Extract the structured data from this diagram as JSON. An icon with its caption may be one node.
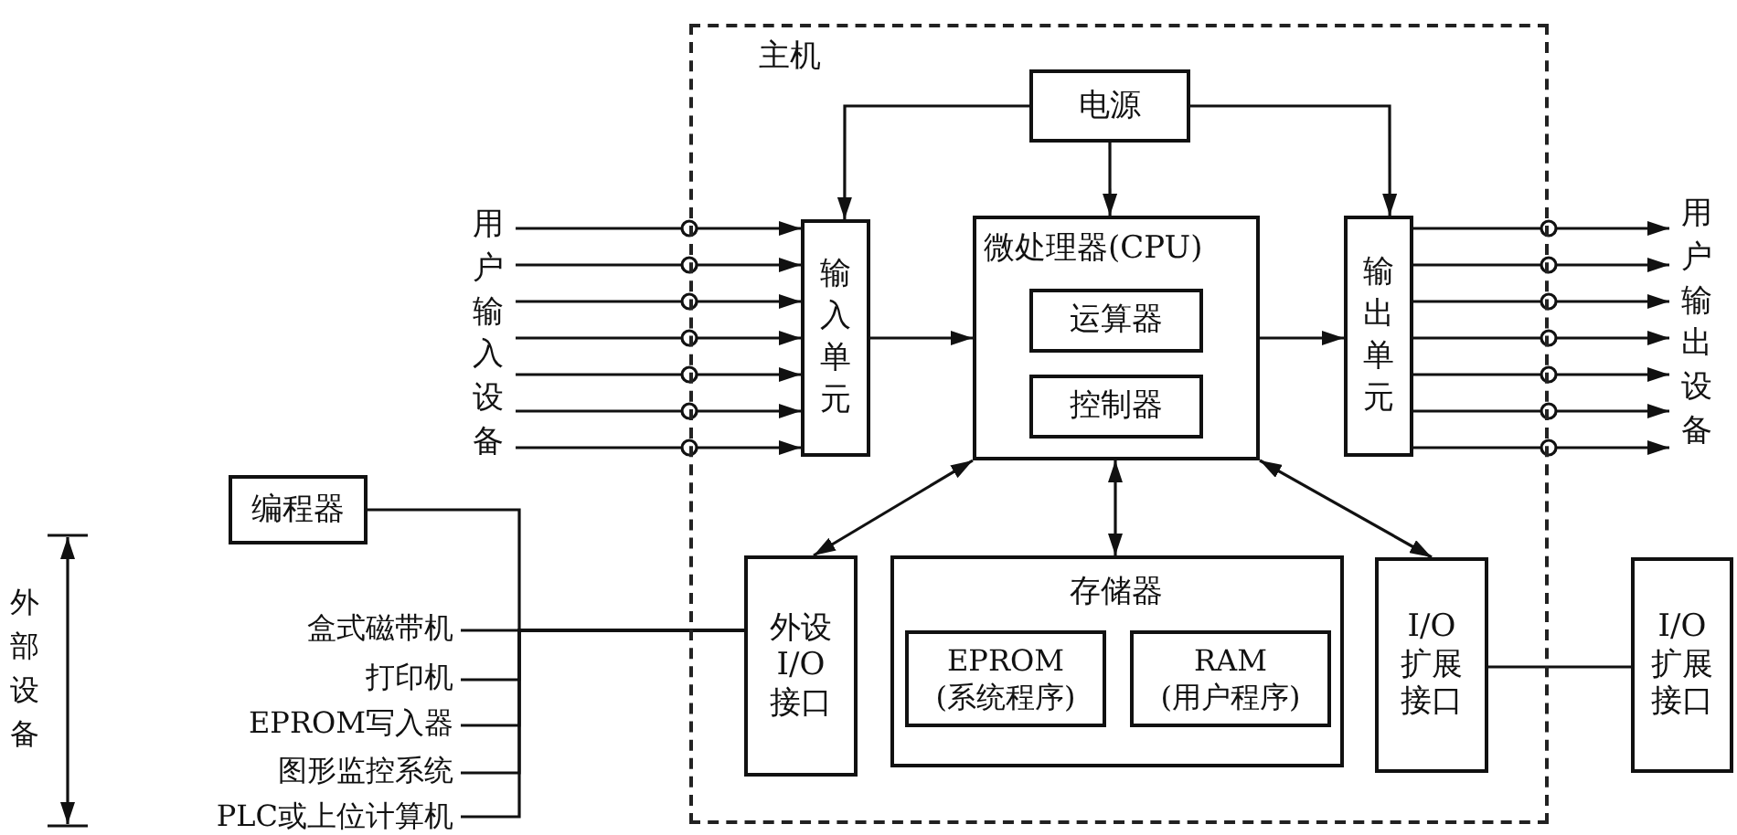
{
  "diagram": {
    "nodes": [
      {
        "text": [
          "主机"
        ]
      },
      {
        "text": [
          "电源"
        ],
        "in": 0
      },
      {
        "text": [
          "输入单元"
        ],
        "in": 0
      },
      {
        "text": [
          "微处理器(CPU)"
        ],
        "in": 0
      },
      {
        "text": [
          "运算器"
        ],
        "in": 3
      },
      {
        "text": [
          "控制器"
        ],
        "in": 3
      },
      {
        "text": [
          "输出单元"
        ],
        "in": 0
      },
      {
        "text": [
          "外设I/O接口"
        ],
        "in": 0
      },
      {
        "text": [
          "存储器"
        ],
        "in": 0
      },
      {
        "text": [
          "EPROM (系统程序)"
        ],
        "in": 8
      },
      {
        "text": [
          "RAM (用户程序)"
        ],
        "in": 8
      },
      {
        "text": [
          "I/O扩展接口"
        ],
        "in": 0
      },
      {
        "text": [
          "I/O扩展接口"
        ]
      },
      {
        "text": [
          "编程器"
        ]
      },
      {
        "text": [
          "盒式磁带机"
        ]
      },
      {
        "text": [
          "打印机"
        ]
      },
      {
        "text": [
          "EPROM写入器"
        ]
      },
      {
        "text": [
          "图形监控系统"
        ]
      },
      {
        "text": [
          "PLC或上位计算机"
        ]
      },
      {
        "text": [
          "用户输入设备"
        ]
      },
      {
        "text": [
          "用户输出设备"
        ]
      }
    ],
    "edges": [
      {
        "from": 1,
        "to": 2,
        "arrow": "to"
      },
      {
        "from": 1,
        "to": 3,
        "arrow": "to"
      },
      {
        "from": 1,
        "to": 6,
        "arrow": "to"
      },
      {
        "from": 19,
        "to": 2,
        "arrow": "to"
      },
      {
        "from": 19,
        "to": 2,
        "arrow": "to"
      },
      {
        "from": 19,
        "to": 2,
        "arrow": "to"
      },
      {
        "from": 19,
        "to": 2,
        "arrow": "to"
      },
      {
        "from": 19,
        "to": 2,
        "arrow": "to"
      },
      {
        "from": 19,
        "to": 2,
        "arrow": "to"
      },
      {
        "from": 19,
        "to": 2,
        "arrow": "to"
      },
      {
        "from": 2,
        "to": 3,
        "arrow": "to"
      },
      {
        "from": 3,
        "to": 6,
        "arrow": "to"
      },
      {
        "from": 6,
        "to": 20,
        "arrow": "to"
      },
      {
        "from": 6,
        "to": 20,
        "arrow": "to"
      },
      {
        "from": 6,
        "to": 20,
        "arrow": "to"
      },
      {
        "from": 6,
        "to": 20,
        "arrow": "to"
      },
      {
        "from": 6,
        "to": 20,
        "arrow": "to"
      },
      {
        "from": 6,
        "to": 20,
        "arrow": "to"
      },
      {
        "from": 6,
        "to": 20,
        "arrow": "to"
      },
      {
        "from": 3,
        "to": 7,
        "arrow": "both"
      },
      {
        "from": 3,
        "to": 8,
        "arrow": "both"
      },
      {
        "from": 3,
        "to": 11,
        "arrow": "both"
      },
      {
        "from": 13,
        "to": 7,
        "arrow": "none"
      },
      {
        "from": 14,
        "to": 7,
        "arrow": "none"
      },
      {
        "from": 15,
        "to": 7,
        "arrow": "none"
      },
      {
        "from": 16,
        "to": 7,
        "arrow": "none"
      },
      {
        "from": 17,
        "to": 7,
        "arrow": "none"
      },
      {
        "from": 18,
        "to": 7,
        "arrow": "none"
      },
      {
        "from": 11,
        "to": 12,
        "arrow": "none"
      }
    ],
    "labels": [
      "外部设备"
    ]
  }
}
